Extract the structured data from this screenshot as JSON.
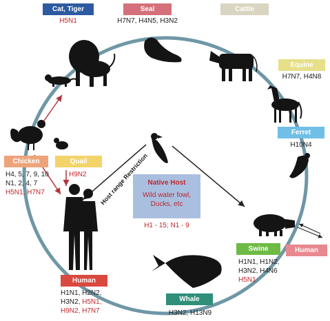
{
  "colors": {
    "ring": "#6f97a6",
    "silhouette": "#141414",
    "arrow_red": "#b5333c",
    "arrow_black": "#222222",
    "subtype_dark": "#1a1a1a",
    "subtype_red": "#c0262d",
    "native_box": "#a9bfe0"
  },
  "hosts": {
    "cat_tiger": {
      "label": "Cat, Tiger",
      "color": "#2d5aa0",
      "subtypes_red": "H5N1"
    },
    "seal": {
      "label": "Seal",
      "color": "#d4707a",
      "subtypes": "H7N7, H4N5, H3N2"
    },
    "cattle": {
      "label": "Cattle",
      "color": "#d9d5c0"
    },
    "equine": {
      "label": "Equine",
      "color": "#e7df8a",
      "subtypes": "H7N7, H4N8"
    },
    "ferret": {
      "label": "Ferret",
      "color": "#6fbfe6",
      "subtypes": "H10N4"
    },
    "swine": {
      "label": "Swine",
      "color": "#6dbb45",
      "subtypes_line1": "H1N1, H1N2,",
      "subtypes_line2": "H3N2, H4N6",
      "subtypes_red": "H5N1"
    },
    "human_side": {
      "label": "Human",
      "color": "#e8888f"
    },
    "whale": {
      "label": "Whale",
      "color": "#2f8f7a",
      "subtypes": "H3N2, H13N9"
    },
    "human": {
      "label": "Human",
      "color": "#d9493f",
      "line1": "H1N1, H2N2,",
      "line2_dark": "H3N2, ",
      "line2_red": "H5N1,",
      "line3_red": "H9N2, H7N7"
    },
    "chicken": {
      "label": "Chicken",
      "color": "#eda47a",
      "line1": "H4, 5, 7, 9, 10",
      "line2": "N1, 2, 4, 7",
      "line3_red": "H5N1, H7N7"
    },
    "quail": {
      "label": "Quail",
      "color": "#f3d46a",
      "subtypes_red": "H9N2"
    }
  },
  "native_host": {
    "title": "Native Host",
    "description_line1": "Wild water fowl,",
    "description_line2": "Ducks, etc",
    "subtypes": "H1 - 15; N1 - 9"
  },
  "restriction_label": "Host range Restriction",
  "icons": [
    "lion-icon",
    "cat-icon",
    "seal-icon",
    "cow-icon",
    "horse-icon",
    "ferret-icon",
    "pig-icon",
    "whale-icon",
    "humans-icon",
    "rooster-icon",
    "quail-icon",
    "duck-icon"
  ]
}
